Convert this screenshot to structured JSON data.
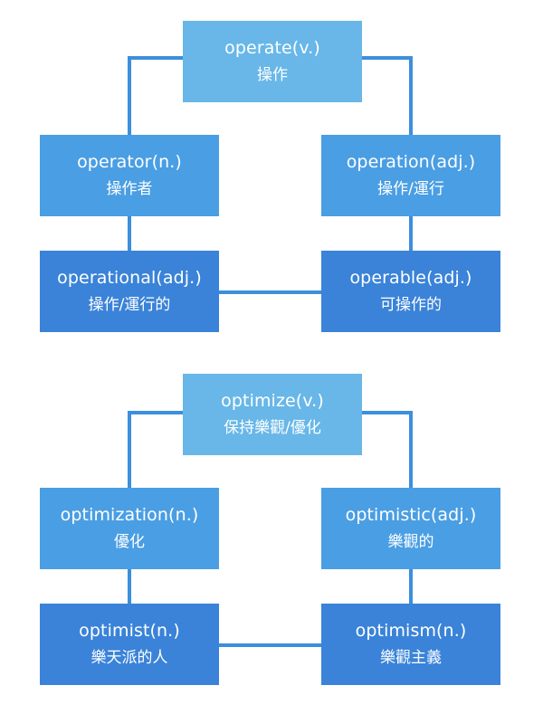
{
  "groups": [
    {
      "root": {
        "en": "operate(v.)",
        "zh": "操作"
      },
      "left": {
        "en": "operator(n.)",
        "zh": "操作者"
      },
      "right": {
        "en": "operation(adj.)",
        "zh": "操作/運行"
      },
      "bottom_left": {
        "en": "operational(adj.)",
        "zh": "操作/運行的"
      },
      "bottom_right": {
        "en": "operable(adj.)",
        "zh": "可操作的"
      }
    },
    {
      "root": {
        "en": "optimize(v.)",
        "zh": "保持樂觀/優化"
      },
      "left": {
        "en": "optimization(n.)",
        "zh": "優化"
      },
      "right": {
        "en": "optimistic(adj.)",
        "zh": "樂觀的"
      },
      "bottom_left": {
        "en": "optimist(n.)",
        "zh": "樂天派的人"
      },
      "bottom_right": {
        "en": "optimism(n.)",
        "zh": "樂觀主義"
      }
    }
  ],
  "colors": {
    "level0": "#68b7e8",
    "level1": "#4a9ee3",
    "level2": "#3a83d8",
    "connector": "#3c8fdc",
    "text": "#ffffff"
  }
}
